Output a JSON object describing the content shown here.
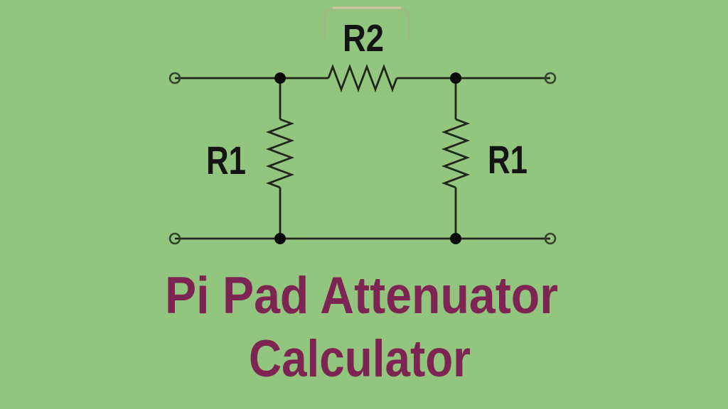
{
  "page": {
    "background_color": "#92c57d"
  },
  "circuit": {
    "series_resistor_label": "R2",
    "shunt_left_label": "R1",
    "shunt_right_label": "R1",
    "line_color": "#20261c",
    "dot_color": "#0b0b0b",
    "terminal_stroke_color": "#33432c",
    "label_color": "#141414"
  },
  "ghost_box": {
    "top_edge_color": "#d3c6a4",
    "side_edge_color": "#a4b287"
  },
  "title": {
    "line1": "Pi Pad Attenuator",
    "line2": "Calculator",
    "color": "#7e2453"
  }
}
